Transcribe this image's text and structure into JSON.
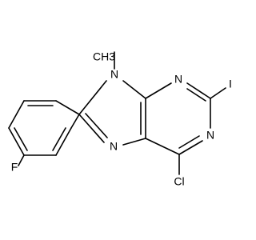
{
  "molecule": {
    "atoms": {
      "N9": "N",
      "N3": "N",
      "N1": "N",
      "N7": "N",
      "CH3": "CH3",
      "I": "I",
      "F": "F",
      "Cl": "Cl"
    }
  }
}
